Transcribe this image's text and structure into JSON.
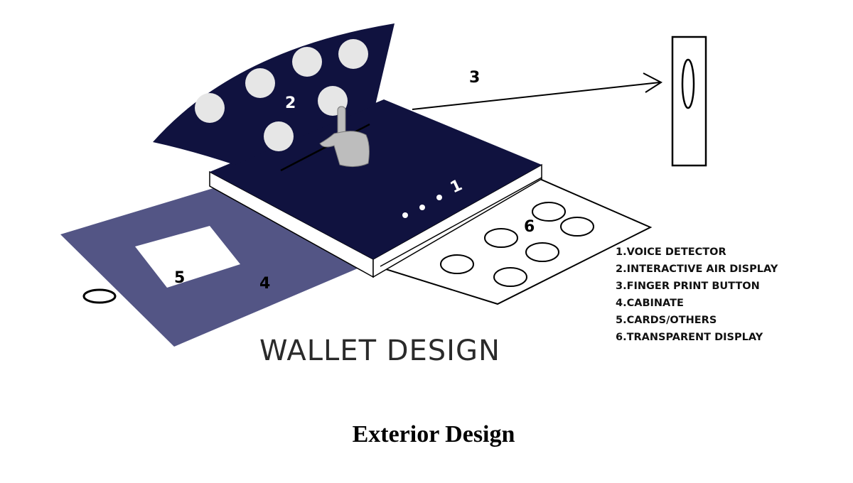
{
  "diagram": {
    "title": "WALLET DESIGN",
    "caption": "Exterior Design",
    "markers": {
      "m1": "1",
      "m2": "2",
      "m3": "3",
      "m4": "4",
      "m5": "5",
      "m6": "6"
    },
    "legend": [
      "1.VOICE DETECTOR",
      "2.INTERACTIVE AIR DISPLAY",
      "3.FINGER PRINT BUTTON",
      "4.CABINATE",
      "5.CARDS/OTHERS",
      "6.TRANSPARENT DISPLAY"
    ],
    "colors": {
      "navy": "#10123f",
      "cabinet": "#535585",
      "circle": "#e6e6e6"
    }
  }
}
